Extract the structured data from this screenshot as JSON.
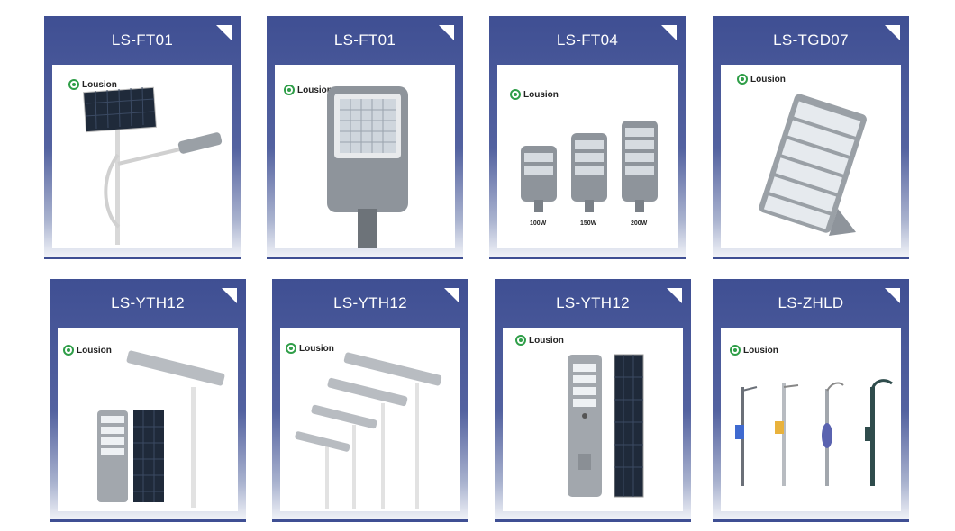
{
  "brand_name": "Lousion",
  "products": [
    {
      "title": "LS-FT01"
    },
    {
      "title": "LS-FT01"
    },
    {
      "title": "LS-FT04",
      "wattages": [
        "100W",
        "150W",
        "200W"
      ]
    },
    {
      "title": "LS-TGD07"
    },
    {
      "title": "LS-YTH12"
    },
    {
      "title": "LS-YTH12"
    },
    {
      "title": "LS-YTH12"
    },
    {
      "title": "LS-ZHLD"
    }
  ],
  "colors": {
    "header": "#3f4f93",
    "logo": "#2f9e48",
    "panel": "#ffffff"
  },
  "icons": [
    "corner-ribbon-icon",
    "lousion-logo-icon"
  ]
}
